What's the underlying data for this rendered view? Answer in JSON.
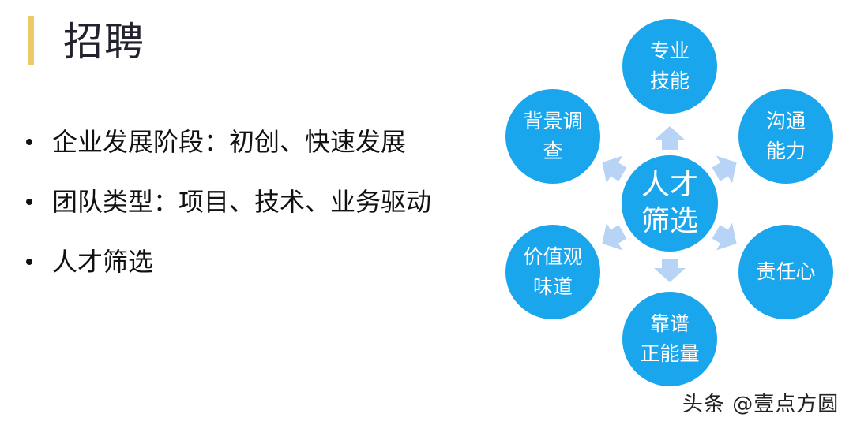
{
  "slide": {
    "title": "招聘",
    "accent_color": "#ecc969",
    "bullets": [
      {
        "text": "企业发展阶段：初创、快速发展"
      },
      {
        "text": "团队类型：项目、技术、业务驱动"
      },
      {
        "text": "人才筛选"
      }
    ]
  },
  "diagram": {
    "circle_color": "#1aa6ec",
    "arrow_color": "#b7d3f5",
    "center": {
      "line1": "人才",
      "line2": "筛选"
    },
    "nodes": [
      {
        "id": "top",
        "line1": "专业",
        "line2": "技能"
      },
      {
        "id": "upper-right",
        "line1": "沟通",
        "line2": "能力"
      },
      {
        "id": "lower-right",
        "line1": "责任心",
        "line2": ""
      },
      {
        "id": "bottom",
        "line1": "靠谱",
        "line2": "正能量"
      },
      {
        "id": "lower-left",
        "line1": "价值观",
        "line2": "味道"
      },
      {
        "id": "upper-left",
        "line1": "背景调",
        "line2": "查"
      }
    ]
  },
  "watermark": "头条 @壹点方圆"
}
